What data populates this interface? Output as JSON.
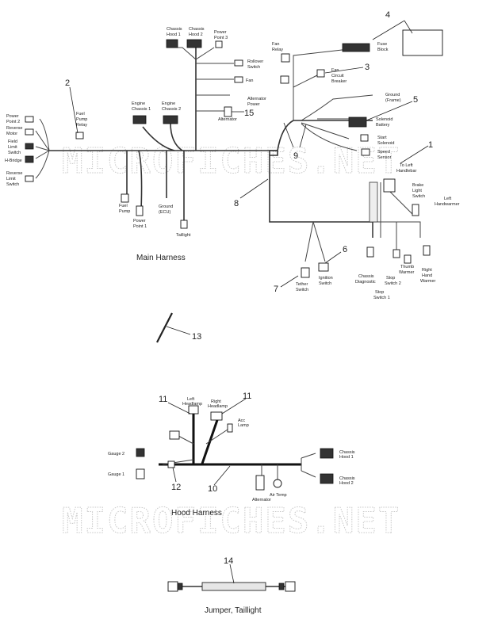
{
  "watermark": "MICROFICHES.NET",
  "main_harness": {
    "title": "Main Harness",
    "labels": {
      "power_point_2": [
        "Power",
        "Point 2"
      ],
      "reverse_motor": [
        "Reverse",
        "Motor"
      ],
      "field_limit_switch": [
        "Field",
        "Limit",
        "Switch"
      ],
      "h_bridge": [
        "H-Bridge"
      ],
      "reverse_limit_switch": [
        "Reverse",
        "Limit",
        "Switch"
      ],
      "fuel_pump_relay": [
        "Fuel",
        "Pump",
        "Relay"
      ],
      "engine_chassis_1": [
        "Engine",
        "Chassis 1"
      ],
      "engine_chassis_2": [
        "Engine",
        "Chassis 2"
      ],
      "chassis_hood_1": [
        "Chassis",
        "Hood 1"
      ],
      "chassis_hood_2": [
        "Chassis",
        "Hood 2"
      ],
      "power_point_3": [
        "Power",
        "Point 3"
      ],
      "rollover_switch": [
        "Rollover",
        "Switch"
      ],
      "fan": [
        "Fan"
      ],
      "alternator_power": [
        "Alternator",
        "Power"
      ],
      "alternator": [
        "Alternator"
      ],
      "fan_relay": [
        "Fan",
        "Relay"
      ],
      "fan_circuit_breaker": [
        "Fan",
        "Circuit",
        "Breaker"
      ],
      "fuse_block": [
        "Fuse",
        "Block"
      ],
      "ground_frame": [
        "Ground",
        "(Frame)"
      ],
      "solenoid_battery": [
        "Solenoid",
        "Battery"
      ],
      "start_solenoid": [
        "Start",
        "Solenoid"
      ],
      "speed_sensor": [
        "Speed",
        "Sensor"
      ],
      "to_left_handlebar": [
        "To Left",
        "Handlebar"
      ],
      "brake_light_switch": [
        "Brake",
        "Light",
        "Switch"
      ],
      "left_handwarmer": [
        "Left",
        "Handwarmer"
      ],
      "fuel_pump": [
        "Fuel",
        "Pump"
      ],
      "power_point_1": [
        "Power",
        "Point 1"
      ],
      "ground_ecu": [
        "Ground",
        "(ECU)"
      ],
      "taillight": [
        "Taillight"
      ],
      "tether_switch": [
        "Tether",
        "Switch"
      ],
      "ignition_switch": [
        "Ignition",
        "Switch"
      ],
      "chassis_diagnostic": [
        "Chassis",
        "Diagnostic"
      ],
      "stop_switch_1": [
        "Stop",
        "Switch 1"
      ],
      "stop_switch_2": [
        "Stop",
        "Switch 2"
      ],
      "thumb_warmer": [
        "Thumb",
        "Warmer"
      ],
      "right_hand_warmer": [
        "Right",
        "Hand",
        "Warmer"
      ]
    },
    "callouts": [
      "1",
      "2",
      "3",
      "4",
      "5",
      "6",
      "7",
      "8",
      "9",
      "15"
    ]
  },
  "part_13": {
    "callout": "13"
  },
  "hood_harness": {
    "title": "Hood Harness",
    "labels": {
      "left_headlamp": [
        "Left",
        "Headlamp"
      ],
      "right_headlamp": [
        "Right",
        "Headlamp"
      ],
      "acc_lamp": [
        "Acc",
        "Lamp"
      ],
      "gauge_2": [
        "Gauge 2"
      ],
      "gauge_1": [
        "Gauge 1"
      ],
      "chassis_hood_1": [
        "Chassis",
        "Hood 1"
      ],
      "chassis_hood_2": [
        "Chassis",
        "Hood 2"
      ],
      "alternator": [
        "Alternator"
      ],
      "air_temp": [
        "Air Temp"
      ]
    },
    "callouts": [
      "11",
      "11",
      "12",
      "10"
    ]
  },
  "jumper": {
    "title": "Jumper, Taillight",
    "callout": "14"
  }
}
